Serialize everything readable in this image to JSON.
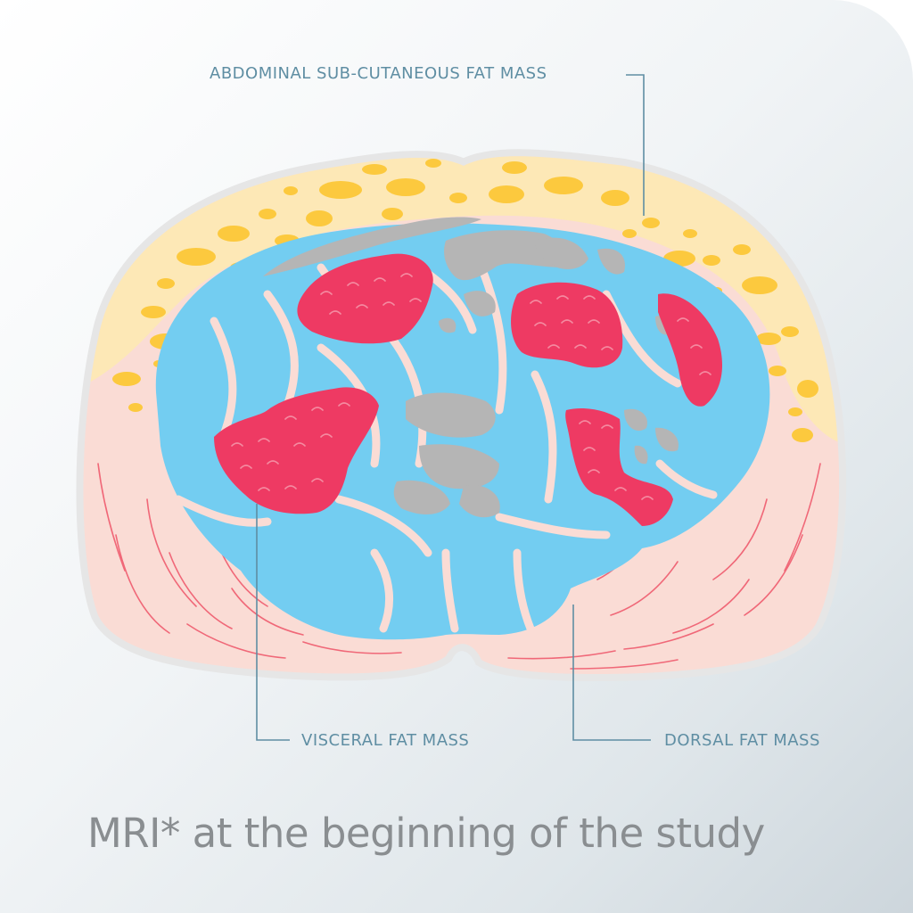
{
  "labels": {
    "subcutaneous": "ABDOMINAL SUB-CUTANEOUS FAT MASS",
    "visceral": "VISCERAL FAT MASS",
    "dorsal": "DORSAL FAT MASS"
  },
  "caption": "MRI* at the beginning of the study",
  "colors": {
    "subcutaneous_fat": "#fde8b6",
    "fat_droplet": "#fcc93e",
    "dorsal_tissue": "#fadcd5",
    "muscle_lines": "#f06878",
    "organs": "#73cdf1",
    "visceral_fat": "#ee3a63",
    "bone": "#b5b5b5",
    "callout_line": "#5f8ea3",
    "caption": "#8a8e91"
  }
}
